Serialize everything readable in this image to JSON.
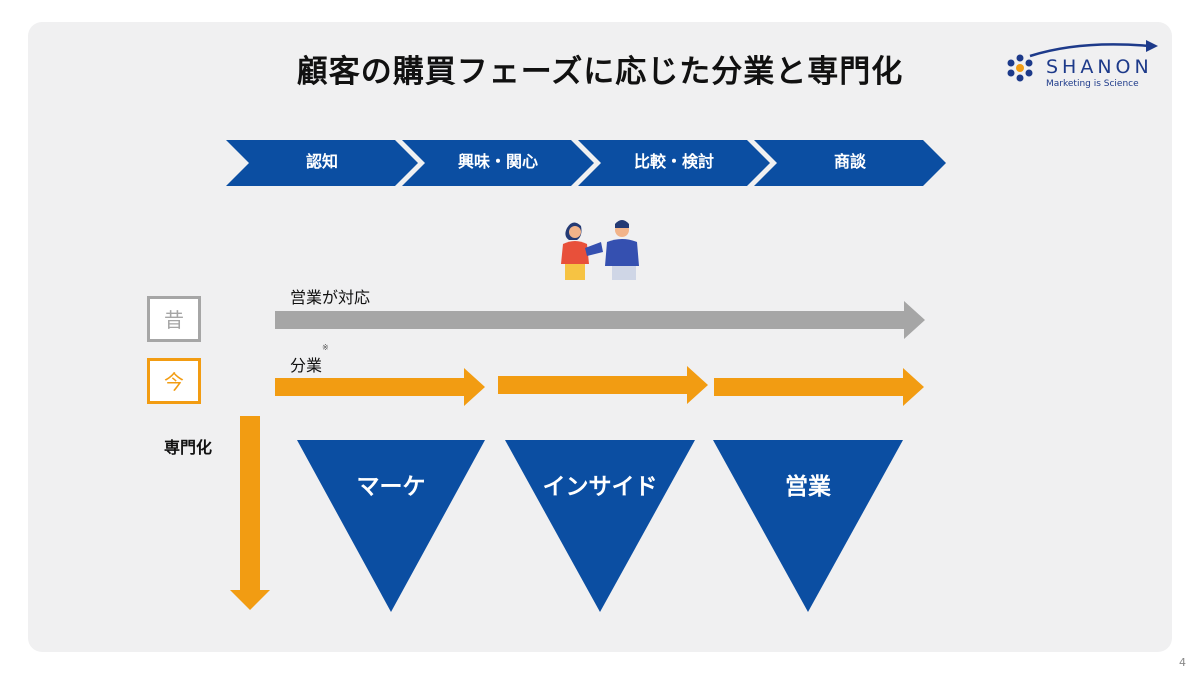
{
  "title": "顧客の購買フェーズに応じた分業と専門化",
  "logo": {
    "name": "SHANON",
    "tagline": "Marketing is Science"
  },
  "phases": [
    "認知",
    "興味・関心",
    "比較・検討",
    "商談"
  ],
  "past": {
    "badge": "昔",
    "label": "営業が対応"
  },
  "now": {
    "badge": "今",
    "label": "分業",
    "note_mark": "※"
  },
  "specialization_label": "専門化",
  "teams": [
    "マーケ",
    "インサイド",
    "営業"
  ],
  "page_number": "4",
  "colors": {
    "navy": "#0b4ea2",
    "orange": "#f29c12",
    "gray": "#a6a6a6",
    "arrow_line": "#1d3a8a"
  }
}
